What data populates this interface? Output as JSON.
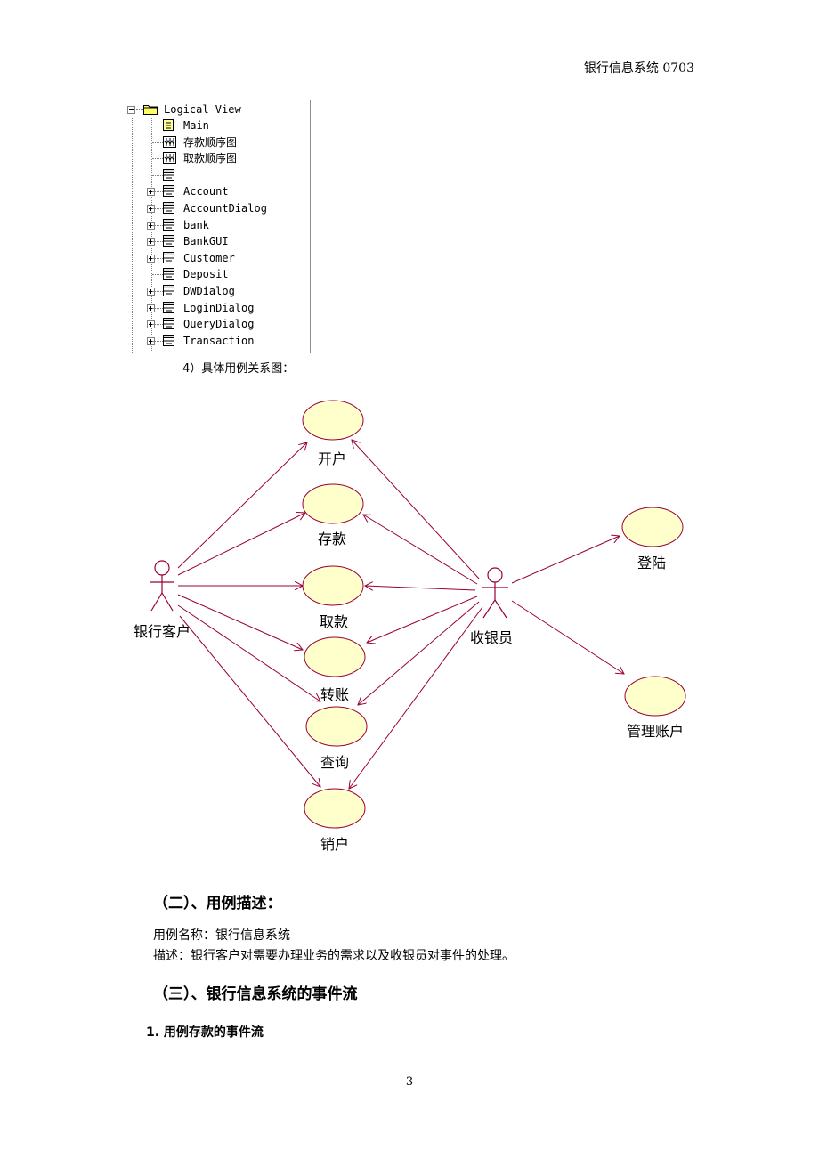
{
  "header": {
    "title": "银行信息系统 0703"
  },
  "tree": {
    "root": "Logical View",
    "items": [
      {
        "label": "Main",
        "icon": "class-diagram-icon",
        "expandable": false
      },
      {
        "label": "存款顺序图",
        "icon": "sequence-diagram-icon",
        "expandable": false
      },
      {
        "label": "取款顺序图",
        "icon": "sequence-diagram-icon",
        "expandable": false
      },
      {
        "label": "",
        "icon": "class-icon",
        "expandable": false
      },
      {
        "label": "Account",
        "icon": "class-icon",
        "expandable": true
      },
      {
        "label": "AccountDialog",
        "icon": "class-icon",
        "expandable": true
      },
      {
        "label": "bank",
        "icon": "class-icon",
        "expandable": true
      },
      {
        "label": "BankGUI",
        "icon": "class-icon",
        "expandable": true
      },
      {
        "label": "Customer",
        "icon": "class-icon",
        "expandable": true
      },
      {
        "label": "Deposit",
        "icon": "class-icon",
        "expandable": false
      },
      {
        "label": "DWDialog",
        "icon": "class-icon",
        "expandable": true
      },
      {
        "label": "LoginDialog",
        "icon": "class-icon",
        "expandable": true
      },
      {
        "label": "QueryDialog",
        "icon": "class-icon",
        "expandable": true
      },
      {
        "label": "Transaction",
        "icon": "class-icon",
        "expandable": true
      }
    ]
  },
  "diagram": {
    "caption": "4）具体用例关系图：",
    "actors": {
      "customer": "银行客户",
      "cashier": "收银员"
    },
    "usecases": {
      "open": "开户",
      "deposit": "存款",
      "withdraw": "取款",
      "transfer": "转账",
      "query": "查询",
      "close": "销户",
      "login": "登陆",
      "manage": "管理账户"
    },
    "colors": {
      "usecase_fill": "#ffffcc",
      "usecase_stroke": "#990033",
      "line": "#990033"
    }
  },
  "sections": {
    "usecase_desc_title": "（二）、用例描述：",
    "usecase_name": "用例名称：银行信息系统",
    "description": "描述：银行客户对需要办理业务的需求以及收银员对事件的处理。",
    "event_flow_title": "（三）、银行信息系统的事件流",
    "subsection": "1. 用例存款的事件流"
  },
  "footer": {
    "page_number": "3"
  }
}
